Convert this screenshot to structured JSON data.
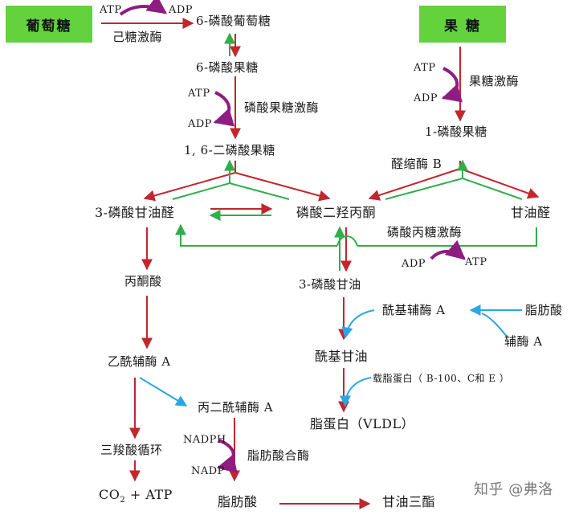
{
  "boxes": {
    "glucose": "葡萄糖",
    "fructose": "果 糖"
  },
  "metabolites": {
    "g6p": "6-磷酸葡萄糖",
    "f6p": "6-磷酸果糖",
    "f16bp": "1, 6-二磷酸果糖",
    "f1p": "1-磷酸果糖",
    "g3p": "3-磷酸甘油醛",
    "dhap": "磷酸二羟丙酮",
    "glyceraldehyde": "甘油醛",
    "pyruvate": "丙酮酸",
    "glycerol3p": "3-磷酸甘油",
    "acetylcoa": "乙酰辅酶 A",
    "malonylcoa": "丙二酰辅酶 A",
    "tca": "三羧酸循环",
    "co2_prefix": "CO",
    "co2_sub": "2",
    "co2_suffix": " + ATP",
    "fattyacid_bottom": "脂肪酸",
    "triglyceride": "甘油三酯",
    "acylglycerol": "酰基甘油",
    "acylcoa": "酰基辅酶 A",
    "fattyacid_right": "脂肪酸",
    "coa": "辅酶 A",
    "vldl": "脂蛋白（VLDL）"
  },
  "enzymes": {
    "hexokinase": "己糖激酶",
    "pfk": "磷酸果糖激酶",
    "fructokinase": "果糖激酶",
    "aldolaseB": "醛缩酶 B",
    "triokinase": "磷酸丙糖激酶",
    "fas": "脂肪酸合酶",
    "apo": "载脂蛋白（ B-100、C和 E ）"
  },
  "cofactors": {
    "atp1": "ATP",
    "adp1": "ADP",
    "atp2": "ATP",
    "adp2": "ADP",
    "atp3": "ATP",
    "adp3": "ADP",
    "adp4": "ADP",
    "atp4": "ATP",
    "nadph": "NADPH",
    "nadp": "NADP"
  },
  "watermark": "知乎 @弗洛",
  "colors": {
    "red": "#c1272d",
    "green": "#2fae4a",
    "blue": "#2aa7e0",
    "purple": "#8e1d82",
    "box": "#63d23d"
  }
}
